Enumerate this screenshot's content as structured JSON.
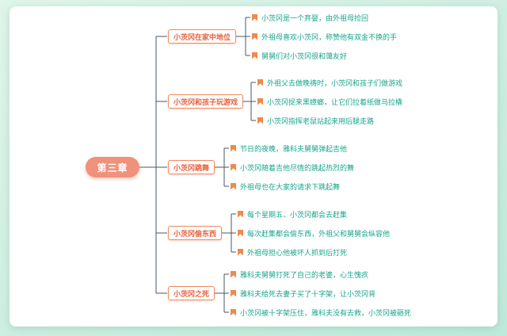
{
  "central": {
    "label": "第三章"
  },
  "branches": [
    {
      "topic": "小茨冈在家中地位",
      "leaves": [
        "小茨冈是一个弃婴，由外祖母捡回",
        "外祖母喜欢小茨冈，称赞他有双金不换的手",
        "舅舅们对小茨冈很和蔼友好"
      ]
    },
    {
      "topic": "小茨冈和孩子玩游戏",
      "leaves": [
        "外祖父去做晚祷时，小茨冈和孩子们做游戏",
        "小茨冈捉来黑蟑螂，让它们拉着纸做马拉橇",
        "小茨冈指挥老鼠站起来用后腿走路"
      ]
    },
    {
      "topic": "小茨冈跳舞",
      "leaves": [
        "节日的夜晚，雅科夫舅舅弹起吉他",
        "小茨冈随着吉他尽情的跳起热烈的舞",
        "外祖母也在大家的请求下跳起舞"
      ]
    },
    {
      "topic": "小茨冈偷东西",
      "leaves": [
        "每个星期五、小茨冈都会去赶集",
        "每次赶集都会偷东西，外祖父和舅舅会纵容他",
        "外祖母担心他被坏人抓到后打死"
      ]
    },
    {
      "topic": "小茨冈之死",
      "leaves": [
        "雅科夫舅舅打死了自己的老婆，心生愧疚",
        "雅科夫给死去妻子买了十字架，让小茨冈背",
        "小茨冈被十字架压住，雅科夫没有去救，小茨冈被砸死"
      ]
    }
  ],
  "colors": {
    "accent_orange": "#f08a62",
    "central_bg": "#f0917c",
    "leaf_text": "#18a58b",
    "connector_line": "#4a5568",
    "background_mint": "#cdeee1"
  }
}
